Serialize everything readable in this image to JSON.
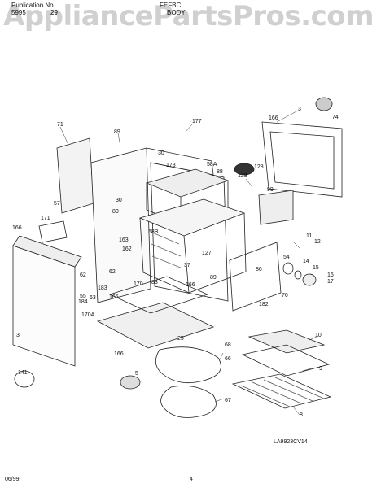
{
  "header": {
    "publication_label": "Publication No",
    "publication_number": "5995",
    "suffix": "29",
    "model": "FEFBC",
    "section": "BODY"
  },
  "watermark": "AppliancePartsPros.com",
  "figure_code": "LA9923CV14",
  "footer": {
    "date": "06/99",
    "page": "4"
  },
  "callouts": [
    "71",
    "89",
    "177",
    "3",
    "166",
    "74",
    "30",
    "178",
    "58A",
    "88",
    "128",
    "99",
    "57",
    "30",
    "80",
    "129",
    "171",
    "166",
    "58B",
    "163",
    "162",
    "62",
    "127",
    "37",
    "11",
    "12",
    "54",
    "86",
    "14",
    "15",
    "16",
    "17",
    "62",
    "183",
    "63",
    "184",
    "55",
    "170",
    "83",
    "166",
    "89",
    "165",
    "76",
    "182",
    "3",
    "170A",
    "25",
    "166",
    "68",
    "66",
    "10",
    "141",
    "5",
    "9",
    "67",
    "8"
  ]
}
